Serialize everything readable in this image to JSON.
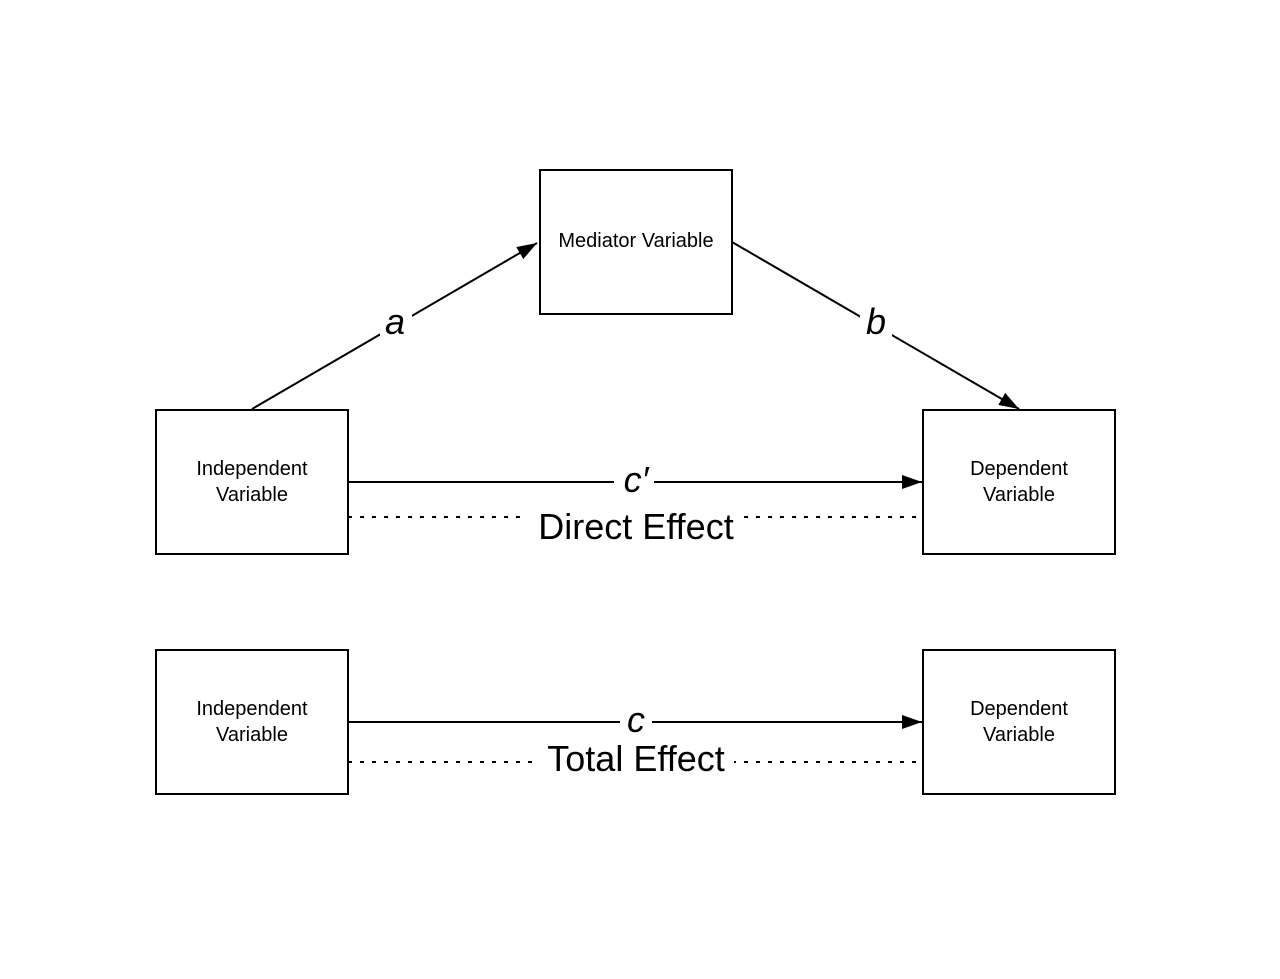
{
  "mediation_model": {
    "mediator": {
      "label": "Mediator Variable"
    },
    "independent": {
      "line1": "Independent",
      "line2": "Variable"
    },
    "dependent": {
      "line1": "Dependent",
      "line2": "Variable"
    },
    "path_a": "a",
    "path_b": "b",
    "path_c_prime": "c′",
    "direct_effect": "Direct Effect"
  },
  "total_model": {
    "independent": {
      "line1": "Independent",
      "line2": "Variable"
    },
    "dependent": {
      "line1": "Dependent",
      "line2": "Variable"
    },
    "path_c": "c",
    "total_effect": "Total Effect"
  },
  "colors": {
    "stroke": "#000000",
    "background": "#ffffff"
  }
}
